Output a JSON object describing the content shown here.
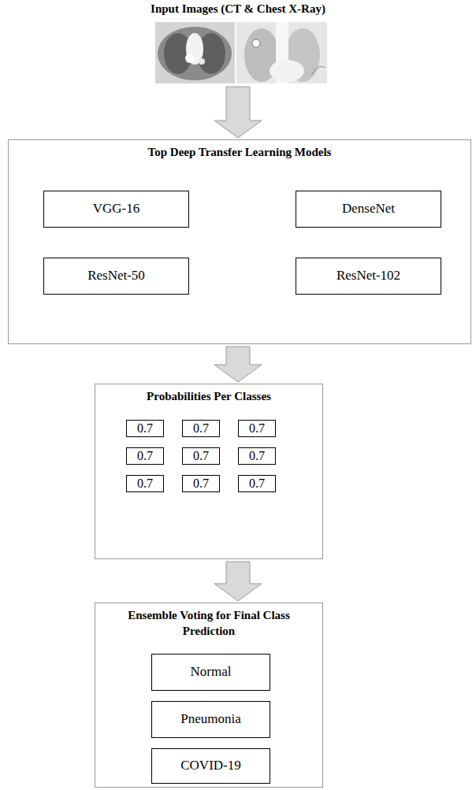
{
  "diagram": {
    "title": "Input Images (CT & Chest X-Ray)",
    "nodes": [
      {
        "text": [
          "Top Deep Transfer Learning Models"
        ]
      },
      {
        "text": [
          "VGG-16"
        ],
        "in": 0
      },
      {
        "text": [
          "DenseNet"
        ],
        "in": 0
      },
      {
        "text": [
          "ResNet-50"
        ],
        "in": 0
      },
      {
        "text": [
          "ResNet-102"
        ],
        "in": 0
      },
      {
        "text": [
          "Probabilities Per Classes"
        ]
      },
      {
        "text": [
          "0.7"
        ],
        "in": 5
      },
      {
        "text": [
          "0.7"
        ],
        "in": 5
      },
      {
        "text": [
          "0.7"
        ],
        "in": 5
      },
      {
        "text": [
          "0.7"
        ],
        "in": 5
      },
      {
        "text": [
          "0.7"
        ],
        "in": 5
      },
      {
        "text": [
          "0.7"
        ],
        "in": 5
      },
      {
        "text": [
          "0.7"
        ],
        "in": 5
      },
      {
        "text": [
          "0.7"
        ],
        "in": 5
      },
      {
        "text": [
          "0.7"
        ],
        "in": 5
      },
      {
        "text": [
          "Ensemble Voting for Final Class Prediction"
        ]
      },
      {
        "text": [
          "Normal"
        ],
        "in": 15
      },
      {
        "text": [
          "Pneumonia"
        ],
        "in": 15
      },
      {
        "text": [
          "COVID-19"
        ],
        "in": 15
      }
    ],
    "edges": [
      {
        "from": 0,
        "to": 5,
        "arrow": "to"
      },
      {
        "from": 5,
        "to": 15,
        "arrow": "to"
      }
    ]
  }
}
